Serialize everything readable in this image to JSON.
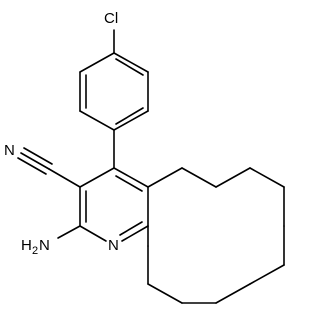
{
  "molecule": {
    "atom_labels": {
      "chlorine": "Cl",
      "nitrile_nitrogen": "N",
      "ring_nitrogen": "N",
      "amino_h": "H",
      "amino_subscript": "2",
      "amino_n": "N"
    }
  },
  "colors": {
    "bond": "#000000",
    "label": "#000000",
    "background": "#ffffff"
  }
}
